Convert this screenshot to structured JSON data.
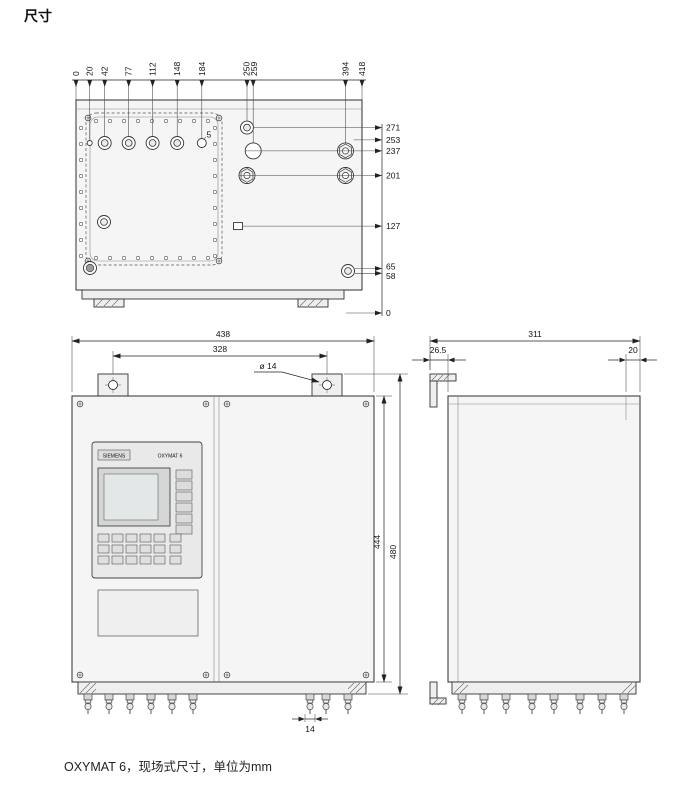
{
  "page": {
    "title": "尺寸",
    "caption": "OXYMAT 6，现场式尺寸，单位为mm"
  },
  "top_view": {
    "horizontal_mm": [
      "0",
      "20",
      "42",
      "77",
      "112",
      "148",
      "184",
      "250",
      "259",
      "394",
      "418"
    ],
    "vertical_mm": [
      "271",
      "253",
      "237",
      "201",
      "127",
      "65",
      "58",
      "0"
    ],
    "hole_note": "5"
  },
  "front_view": {
    "width_total": "438",
    "mount_hole_spacing": "328",
    "mount_hole_diameter": "ø 14",
    "door_height": "444",
    "total_height": "480",
    "bottom_connector_width": "14",
    "panel_brand": "SIEMENS",
    "panel_model": "OXYMAT 6"
  },
  "side_view": {
    "depth_total": "311",
    "bracket_offset": "26.5",
    "rear_offset": "20"
  }
}
